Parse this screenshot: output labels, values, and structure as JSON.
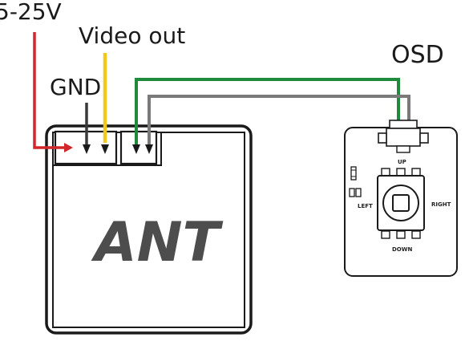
{
  "labels": {
    "power": "5-25V",
    "video_out": "Video out",
    "gnd": "GND",
    "osd": "OSD",
    "brand": "ANT"
  },
  "osd_board": {
    "up": "UP",
    "down": "DOWN",
    "left": "LEFT",
    "right": "RIGHT"
  },
  "wire_colors": {
    "power": "#d0262c",
    "gnd": "#3a3a3a",
    "video": "#f2c81d",
    "osd_green": "#1e8a3c",
    "osd_gray": "#7a7a7a"
  }
}
